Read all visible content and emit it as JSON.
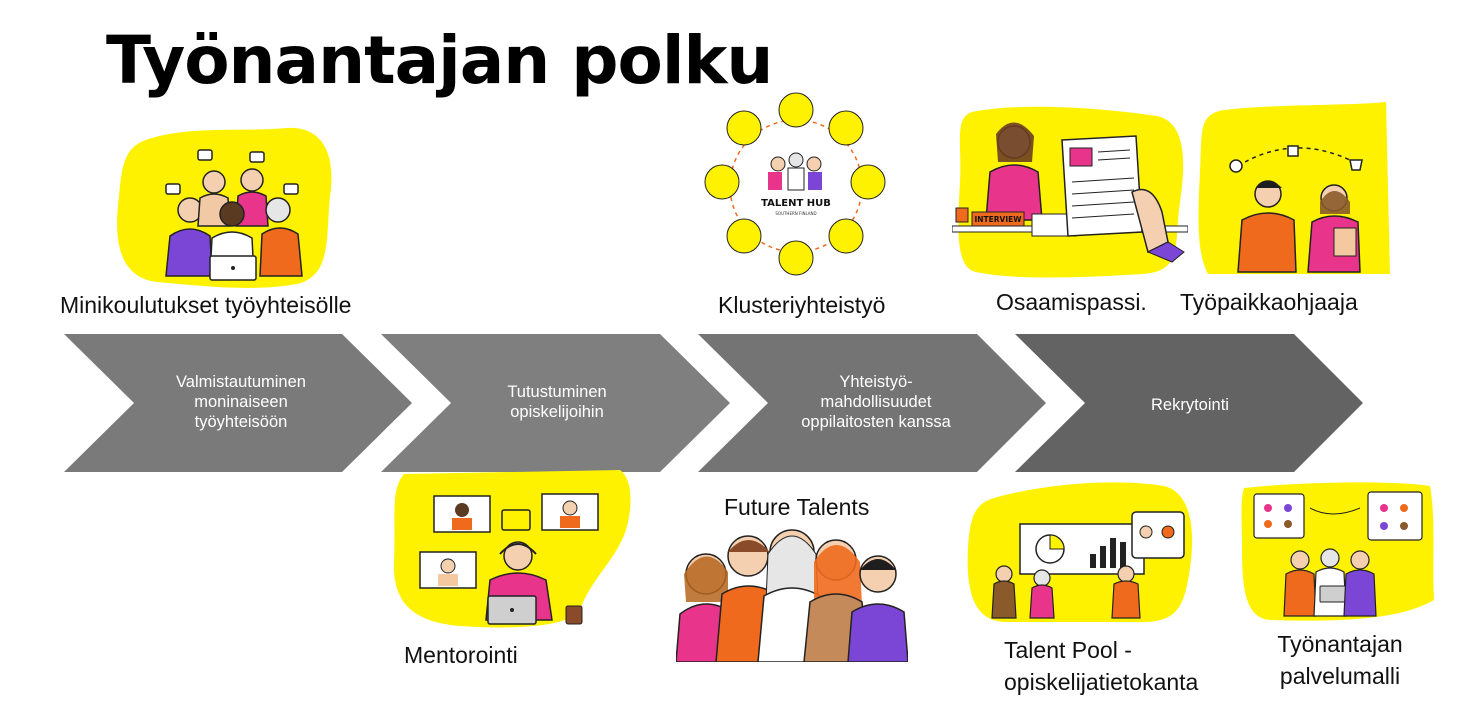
{
  "title": "Työnantajan polku",
  "colors": {
    "accent_yellow": "#FFF200",
    "chevron_1": "#7a7a7a",
    "chevron_2": "#7f7f7f",
    "chevron_3": "#747474",
    "chevron_4": "#636363",
    "orange": "#F06A1E",
    "pink": "#E8348A",
    "purple": "#7B46D6"
  },
  "steps": [
    {
      "lines": [
        "Valmistautuminen",
        "moninaiseen",
        "työyhteisöön"
      ]
    },
    {
      "lines": [
        "Tutustuminen",
        "opiskelijoihin"
      ]
    },
    {
      "lines": [
        "Yhteistyö-",
        "mahdollisuudet",
        "oppilaitosten kanssa"
      ]
    },
    {
      "lines": [
        "Rekrytointi"
      ]
    }
  ],
  "services": {
    "minikoulutukset": "Minikoulutukset työyhteisölle",
    "klusteri": "Klusteriyhteistyö",
    "osaamispassi": "Osaamispassi.",
    "tyopaikkaohjaaja": "Työpaikkaohjaaja",
    "mentorointi": "Mentorointi",
    "future_talents": "Future Talents",
    "talent_pool_line1": "Talent Pool -",
    "talent_pool_line2": "opiskelijatietokanta",
    "palvelumalli_line1": "Työnantajan",
    "palvelumalli_line2": "palvelumalli"
  },
  "illustration_text": {
    "talent_hub": "TALENT HUB",
    "talent_hub_sub": "SOUTHERN FINLAND",
    "interview": "INTERVIEW"
  }
}
